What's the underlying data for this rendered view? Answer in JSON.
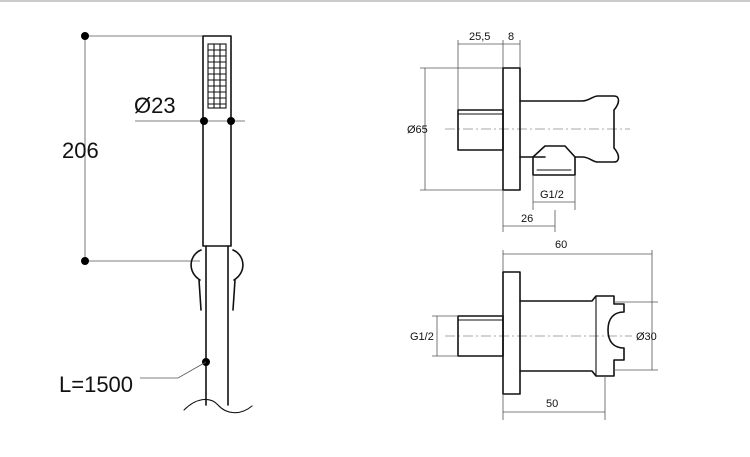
{
  "handshower": {
    "length_label": "206",
    "diameter_label": "Ø23",
    "hose_label": "L=1500"
  },
  "holder_side": {
    "dim_flange_depth": "25,5",
    "dim_flange_thickness": "8",
    "dim_flange_diameter": "Ø65",
    "dim_outlet_thread": "G1/2",
    "dim_outlet_offset": "26"
  },
  "holder_front": {
    "dim_overall": "60",
    "dim_inlet_thread": "G1/2",
    "dim_clip_diameter": "Ø30",
    "dim_clip_offset": "50"
  }
}
